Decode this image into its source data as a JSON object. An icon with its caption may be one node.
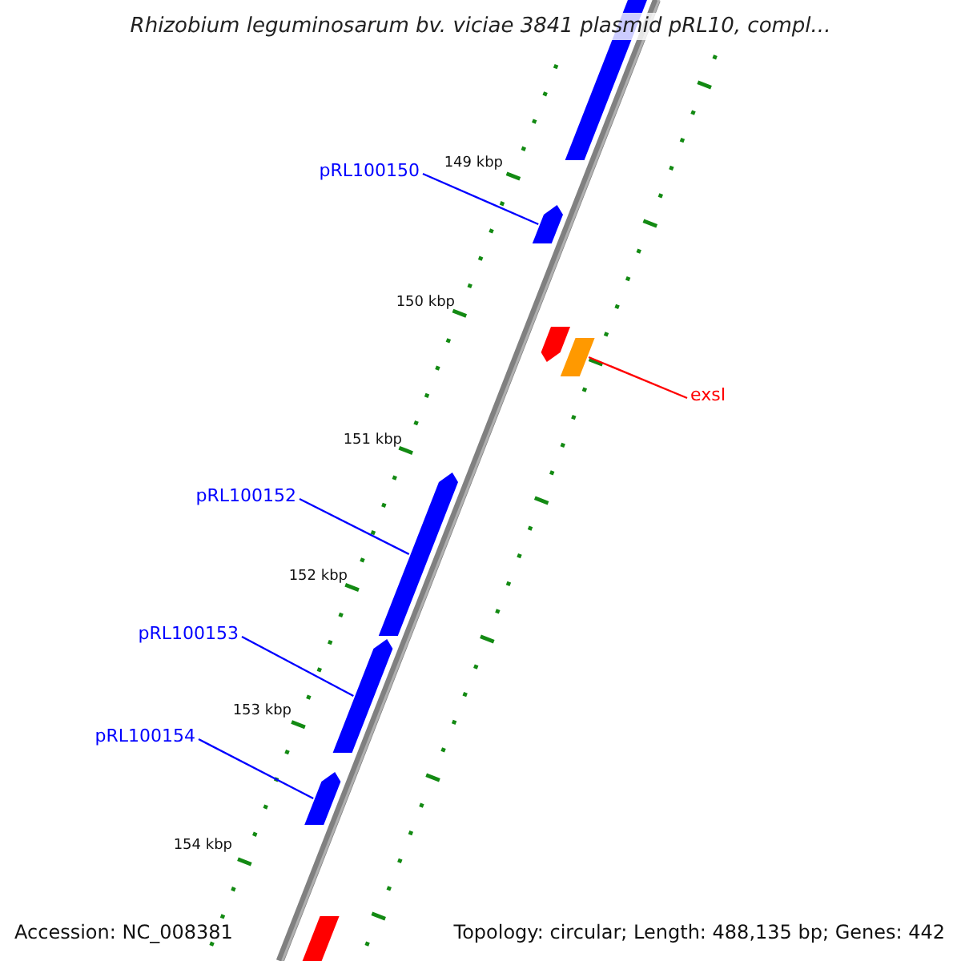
{
  "diagram": {
    "title": "Rhizobium leguminosarum bv. viciae 3841 plasmid pRL10, compl...",
    "nodes": [
      {
        "text": [],
        "shape": "box"
      },
      {
        "text": [
          "pRL100150"
        ]
      },
      {
        "text": [],
        "shape": "arrow"
      },
      {
        "text": [],
        "shape": "arrow"
      },
      {
        "text": [
          "exsI"
        ]
      },
      {
        "text": [],
        "shape": "box"
      },
      {
        "text": [
          "pRL100152"
        ]
      },
      {
        "text": [],
        "shape": "arrow"
      },
      {
        "text": [
          "pRL100153"
        ]
      },
      {
        "text": [],
        "shape": "arrow"
      },
      {
        "text": [
          "pRL100154"
        ]
      },
      {
        "text": [],
        "shape": "arrow"
      },
      {
        "text": [],
        "shape": "box"
      }
    ],
    "edges": [
      {
        "from": 1,
        "to": 2,
        "arrow": "none"
      },
      {
        "from": 4,
        "to": 5,
        "arrow": "none",
        "color": "#ff0000"
      },
      {
        "from": 6,
        "to": 7,
        "arrow": "none"
      },
      {
        "from": 8,
        "to": 9,
        "arrow": "none"
      },
      {
        "from": 10,
        "to": 11,
        "arrow": "none"
      }
    ],
    "labels": [
      "149 kbp",
      "150 kbp",
      "151 kbp",
      "152 kbp",
      "153 kbp",
      "154 kbp",
      "Accession: NC_008381",
      "Topology: circular; Length: 488,135 bp; Genes: 442"
    ]
  }
}
